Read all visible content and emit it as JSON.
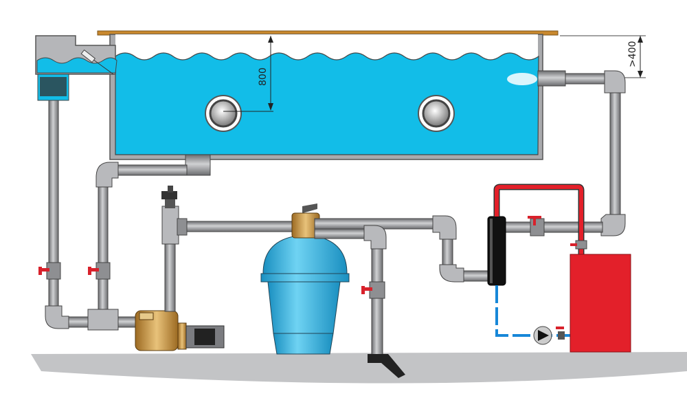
{
  "diagram": {
    "type": "pool-filtration-schematic",
    "labels": {
      "water_depth": "800",
      "deck_clearance": ">400"
    },
    "colors": {
      "water": "#12bde8",
      "pipe": "#9a9b9e",
      "pipe_dark": "#5d5e61",
      "deck": "#c8882e",
      "hot_circuit": "#e3202a",
      "boiler": "#e3202a",
      "valve_handle": "#d8212b",
      "filter_tank": "#2aa9d8",
      "pump_body": "#c9963e",
      "ground": "#bfc0c2"
    }
  }
}
